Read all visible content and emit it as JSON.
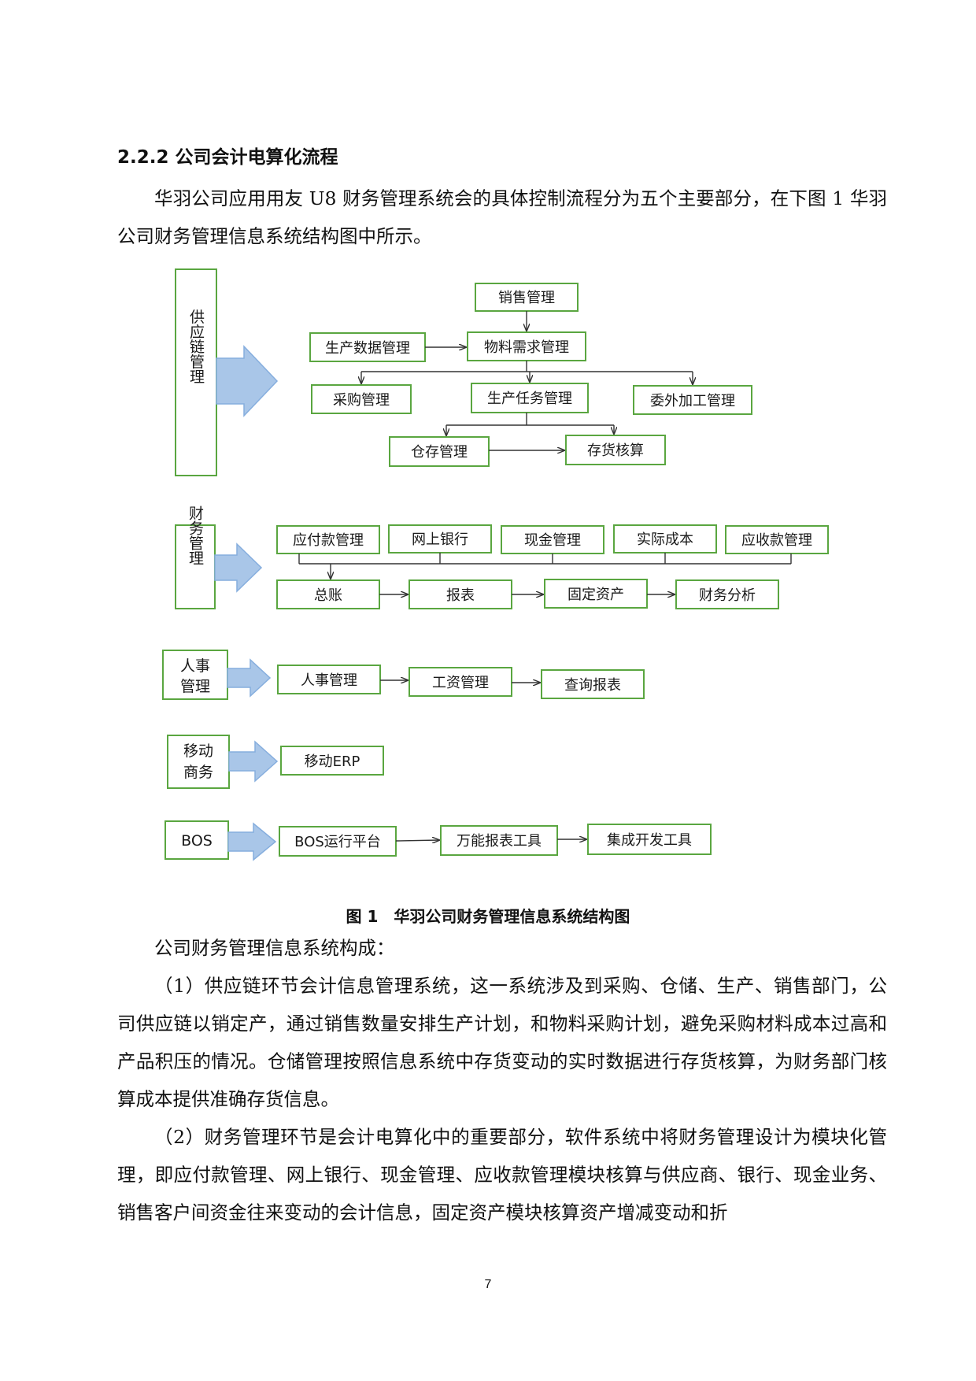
{
  "heading": "2.2.2 公司会计电算化流程",
  "intro": "华羽公司应用用友 U8 财务管理系统会的具体控制流程分为五个主要部分，在下图 1 华羽公司财务管理信息系统结构图中所示。",
  "diagram": {
    "supply_chain": {
      "label": "供应链管理",
      "boxes": {
        "sales": "销售管理",
        "prod_data": "生产数据管理",
        "mrp": "物料需求管理",
        "purchase": "采购管理",
        "prod_task": "生产任务管理",
        "outsourcing": "委外加工管理",
        "warehouse": "仓存管理",
        "inventory": "存货核算"
      }
    },
    "finance": {
      "label": "财务管理",
      "boxes": {
        "payable": "应付款管理",
        "bank": "网上银行",
        "cash": "现金管理",
        "cost": "实际成本",
        "receivable": "应收款管理",
        "ledger": "总账",
        "report": "报表",
        "assets": "固定资产",
        "analysis": "财务分析"
      }
    },
    "hr": {
      "label_line1": "人事",
      "label_line2": "管理",
      "boxes": {
        "hr_mgmt": "人事管理",
        "salary": "工资管理",
        "query": "查询报表"
      }
    },
    "mobile": {
      "label_line1": "移动",
      "label_line2": "商务",
      "boxes": {
        "erp": "移动ERP"
      }
    },
    "bos": {
      "label": "BOS",
      "boxes": {
        "platform": "BOS运行平台",
        "report_tool": "万能报表工具",
        "dev_tool": "集成开发工具"
      }
    }
  },
  "caption": "图 1　华羽公司财务管理信息系统结构图",
  "composition_title": "公司财务管理信息系统构成：",
  "item1": "（1）供应链环节会计信息管理系统，这一系统涉及到采购、仓储、生产、销售部门，公司供应链以销定产，通过销售数量安排生产计划，和物料采购计划，避免采购材料成本过高和产品积压的情况。仓储管理按照信息系统中存货变动的实时数据进行存货核算，为财务部门核算成本提供准确存货信息。",
  "item2": "（2）财务管理环节是会计电算化中的重要部分，软件系统中将财务管理设计为模块化管理，即应付款管理、网上银行、现金管理、应收款管理模块核算与供应商、银行、现金业务、销售客户间资金往来变动的会计信息，固定资产模块核算资产增减变动和折",
  "page_number": "7",
  "colors": {
    "box_border": "#5aa640",
    "arrow_fill": "#a9c6e8"
  }
}
